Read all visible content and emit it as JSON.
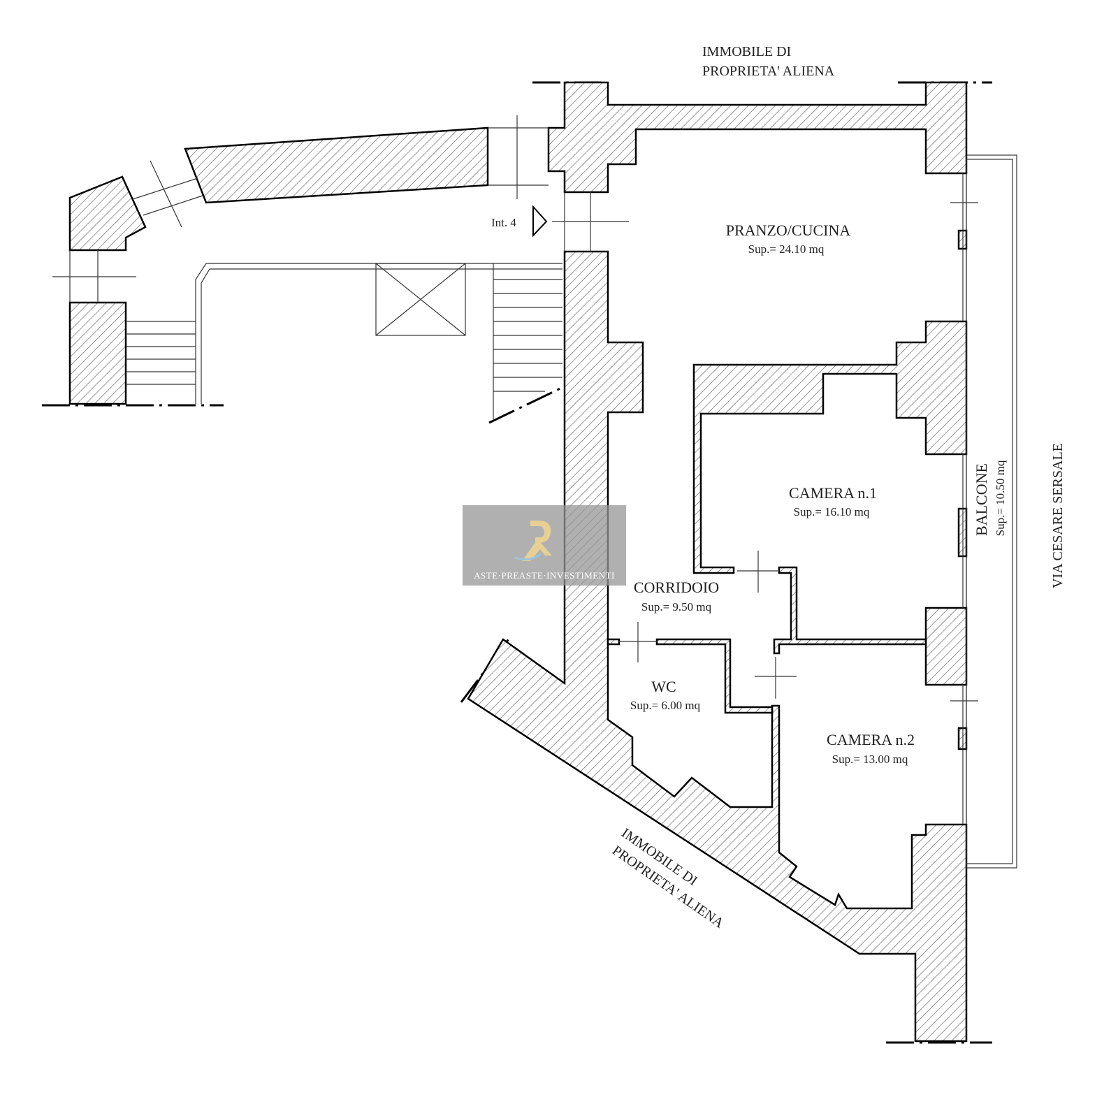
{
  "plan": {
    "neighbor_top": [
      "IMMOBILE DI",
      "PROPRIETA' ALIENA"
    ],
    "neighbor_bottom": [
      "IMMOBILE DI",
      "PROPRIETA' ALIENA"
    ],
    "street": "VIA CESARE SERSALE",
    "entrance": "Int. 4",
    "rooms": [
      {
        "name": "PRANZO/CUCINA",
        "area": "Sup.= 24.10 mq"
      },
      {
        "name": "CAMERA n.1",
        "area": "Sup.= 16.10 mq"
      },
      {
        "name": "CORRIDOIO",
        "area": "Sup.= 9.50 mq"
      },
      {
        "name": "WC",
        "area": "Sup.= 6.00 mq"
      },
      {
        "name": "CAMERA n.2",
        "area": "Sup.= 13.00 mq"
      },
      {
        "name": "BALCONE",
        "area": "Sup.= 10.50 mq"
      }
    ]
  },
  "watermark": {
    "text": "ASTE·PREASTE·INVESTIMENTI",
    "logo": "RA"
  }
}
